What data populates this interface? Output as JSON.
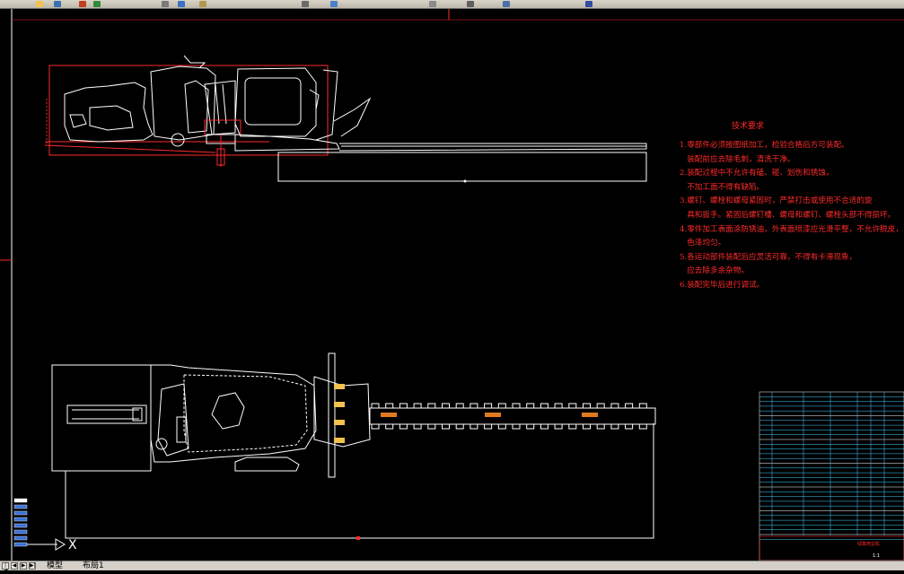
{
  "app": {
    "accent_color": "#d4d0c8",
    "canvas_bg": "#000000"
  },
  "tech_requirements": {
    "title": "技术要求",
    "items": [
      "1.零部件必须按图纸加工，检验合格后方可装配。",
      "   装配前应去除毛刺，清洗干净。",
      "2.装配过程中不允许有磕、碰、划伤和锈蚀，",
      "   不加工面不得有缺陷。",
      "3.螺钉、螺栓和螺母紧固时，严禁打击或使用不合适的旋",
      "   具和扳手。紧固后螺钉槽、螺母和螺钉、螺栓头部不得损坏。",
      "4.零件加工表面涂防锈油，外表面喷漆应光滑平整，不允许脱皮，",
      "   色泽均匀。",
      "5.各运动部件装配后应灵活可靠，不得有卡滞现象，",
      "   应去除多余杂物。",
      "6.装配完毕后进行调试。"
    ]
  },
  "title_block": {
    "name": "绿篱修剪机",
    "scale": "1:1"
  },
  "layout_tabs": {
    "model": "模型",
    "layout1": "布局1"
  },
  "ucs_label": "X"
}
